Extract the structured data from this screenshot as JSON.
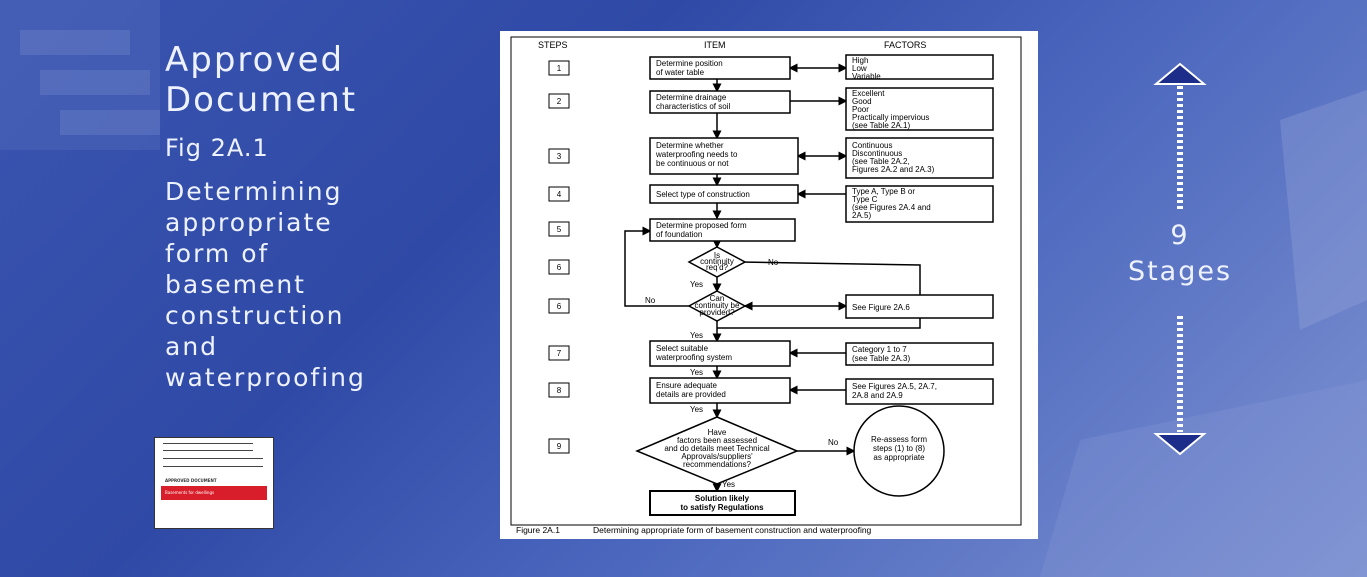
{
  "slide": {
    "title_line1": "Approved",
    "title_line2": "Document",
    "fig_ref": "Fig 2A.1",
    "desc_lines": [
      "Determining",
      "appropriate",
      "form of",
      "basement",
      "construction",
      "and",
      "waterproofing"
    ],
    "stages_number": "9",
    "stages_word": "Stages"
  },
  "thumbnail": {
    "heading": "APPROVED DOCUMENT",
    "subheading": "Basements for dwellings"
  },
  "figure": {
    "col_steps": "STEPS",
    "col_item": "ITEM",
    "col_factors": "FACTORS",
    "steps": [
      "1",
      "2",
      "3",
      "4",
      "5",
      "6",
      "6",
      "7",
      "8",
      "9"
    ],
    "items": {
      "i1": [
        "Determine position",
        "of water table"
      ],
      "i2": [
        "Determine drainage",
        "characteristics of soil"
      ],
      "i3": [
        "Determine whether",
        "waterproofing needs to",
        "be continuous or not"
      ],
      "i4": [
        "Select type of construction"
      ],
      "i5": [
        "Determine proposed form",
        "of foundation"
      ],
      "d1": [
        "Is",
        "continuity",
        "req'd?"
      ],
      "d2": [
        "Can",
        "continuity be",
        "provided?"
      ],
      "i7": [
        "Select suitable",
        "waterproofing system"
      ],
      "i8": [
        "Ensure adequate",
        "details are provided"
      ],
      "d3": [
        "Have",
        "factors been assessed",
        "and do details meet Technical",
        "Approvals/suppliers'",
        "recommendations?"
      ],
      "end": [
        "Solution likely",
        "to satisfy Regulations"
      ]
    },
    "factors": {
      "f1": [
        "High",
        "Low",
        "Variable"
      ],
      "f2": [
        "Excellent",
        "Good",
        "Poor",
        "Practically impervious",
        "(see Table 2A.1)"
      ],
      "f3": [
        "Continuous",
        "Discontinuous",
        "(see Table 2A.2,",
        "Figures 2A.2 and 2A.3)"
      ],
      "f4": [
        "Type A, Type B or",
        "Type C",
        "(see Figures 2A.4 and",
        "2A.5)"
      ],
      "f6": [
        "See Figure 2A.6"
      ],
      "f7": [
        "Category 1 to 7",
        "(see Table 2A.3)"
      ],
      "f8": [
        "See Figures 2A.5, 2A.7,",
        "2A.8 and 2A.9"
      ],
      "reassess": [
        "Re-assess form",
        "steps (1) to (8)",
        "as appropriate"
      ]
    },
    "labels": {
      "yes": "Yes",
      "no": "No"
    },
    "caption_num": "Figure 2A.1",
    "caption_text": "Determining appropriate form of basement construction and waterproofing"
  },
  "colors": {
    "background": "#3a55b0",
    "arrow": "#1c2d8a"
  }
}
